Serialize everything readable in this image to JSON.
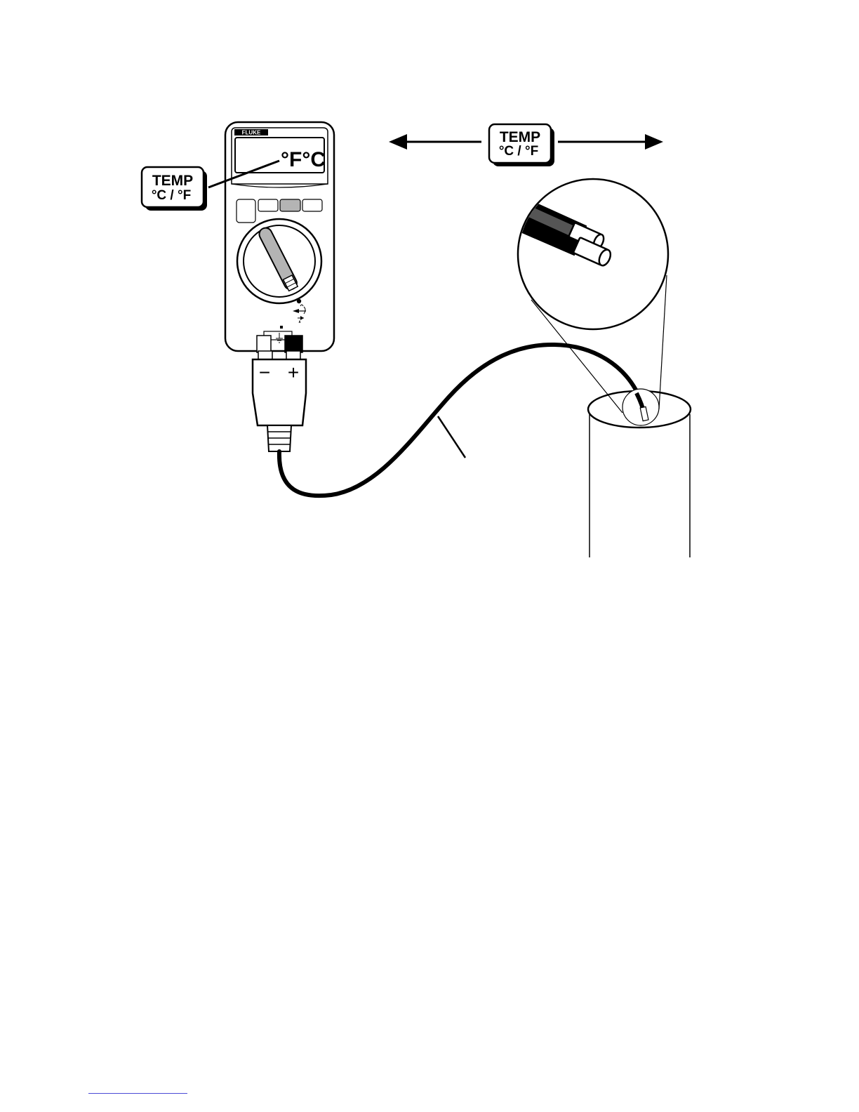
{
  "meter": {
    "brand": "FLUKE",
    "display_units": "°F°C",
    "jack_minus": "−",
    "jack_plus": "+"
  },
  "temp_button_left": {
    "line1": "TEMP",
    "line2": "°C / °F"
  },
  "temp_button_right": {
    "line1": "TEMP",
    "line2": "°C / °F"
  },
  "colors": {
    "ink": "#000000",
    "body_fill": "#ffffff",
    "gray_key": "#b4b4b4",
    "footnote_rule": "#4b4bd6"
  },
  "icons": [
    "double-arrow-icon",
    "rotary-switch-icon",
    "diode-continuity-icon",
    "ground-icon",
    "pipe-icon",
    "probe-tip-icon"
  ]
}
